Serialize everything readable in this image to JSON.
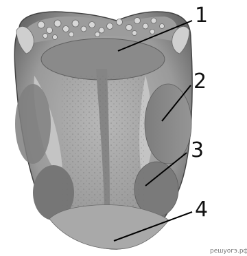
{
  "labels": [
    "1",
    "2",
    "3",
    "4"
  ],
  "watermark": "решуогэ.рф"
}
